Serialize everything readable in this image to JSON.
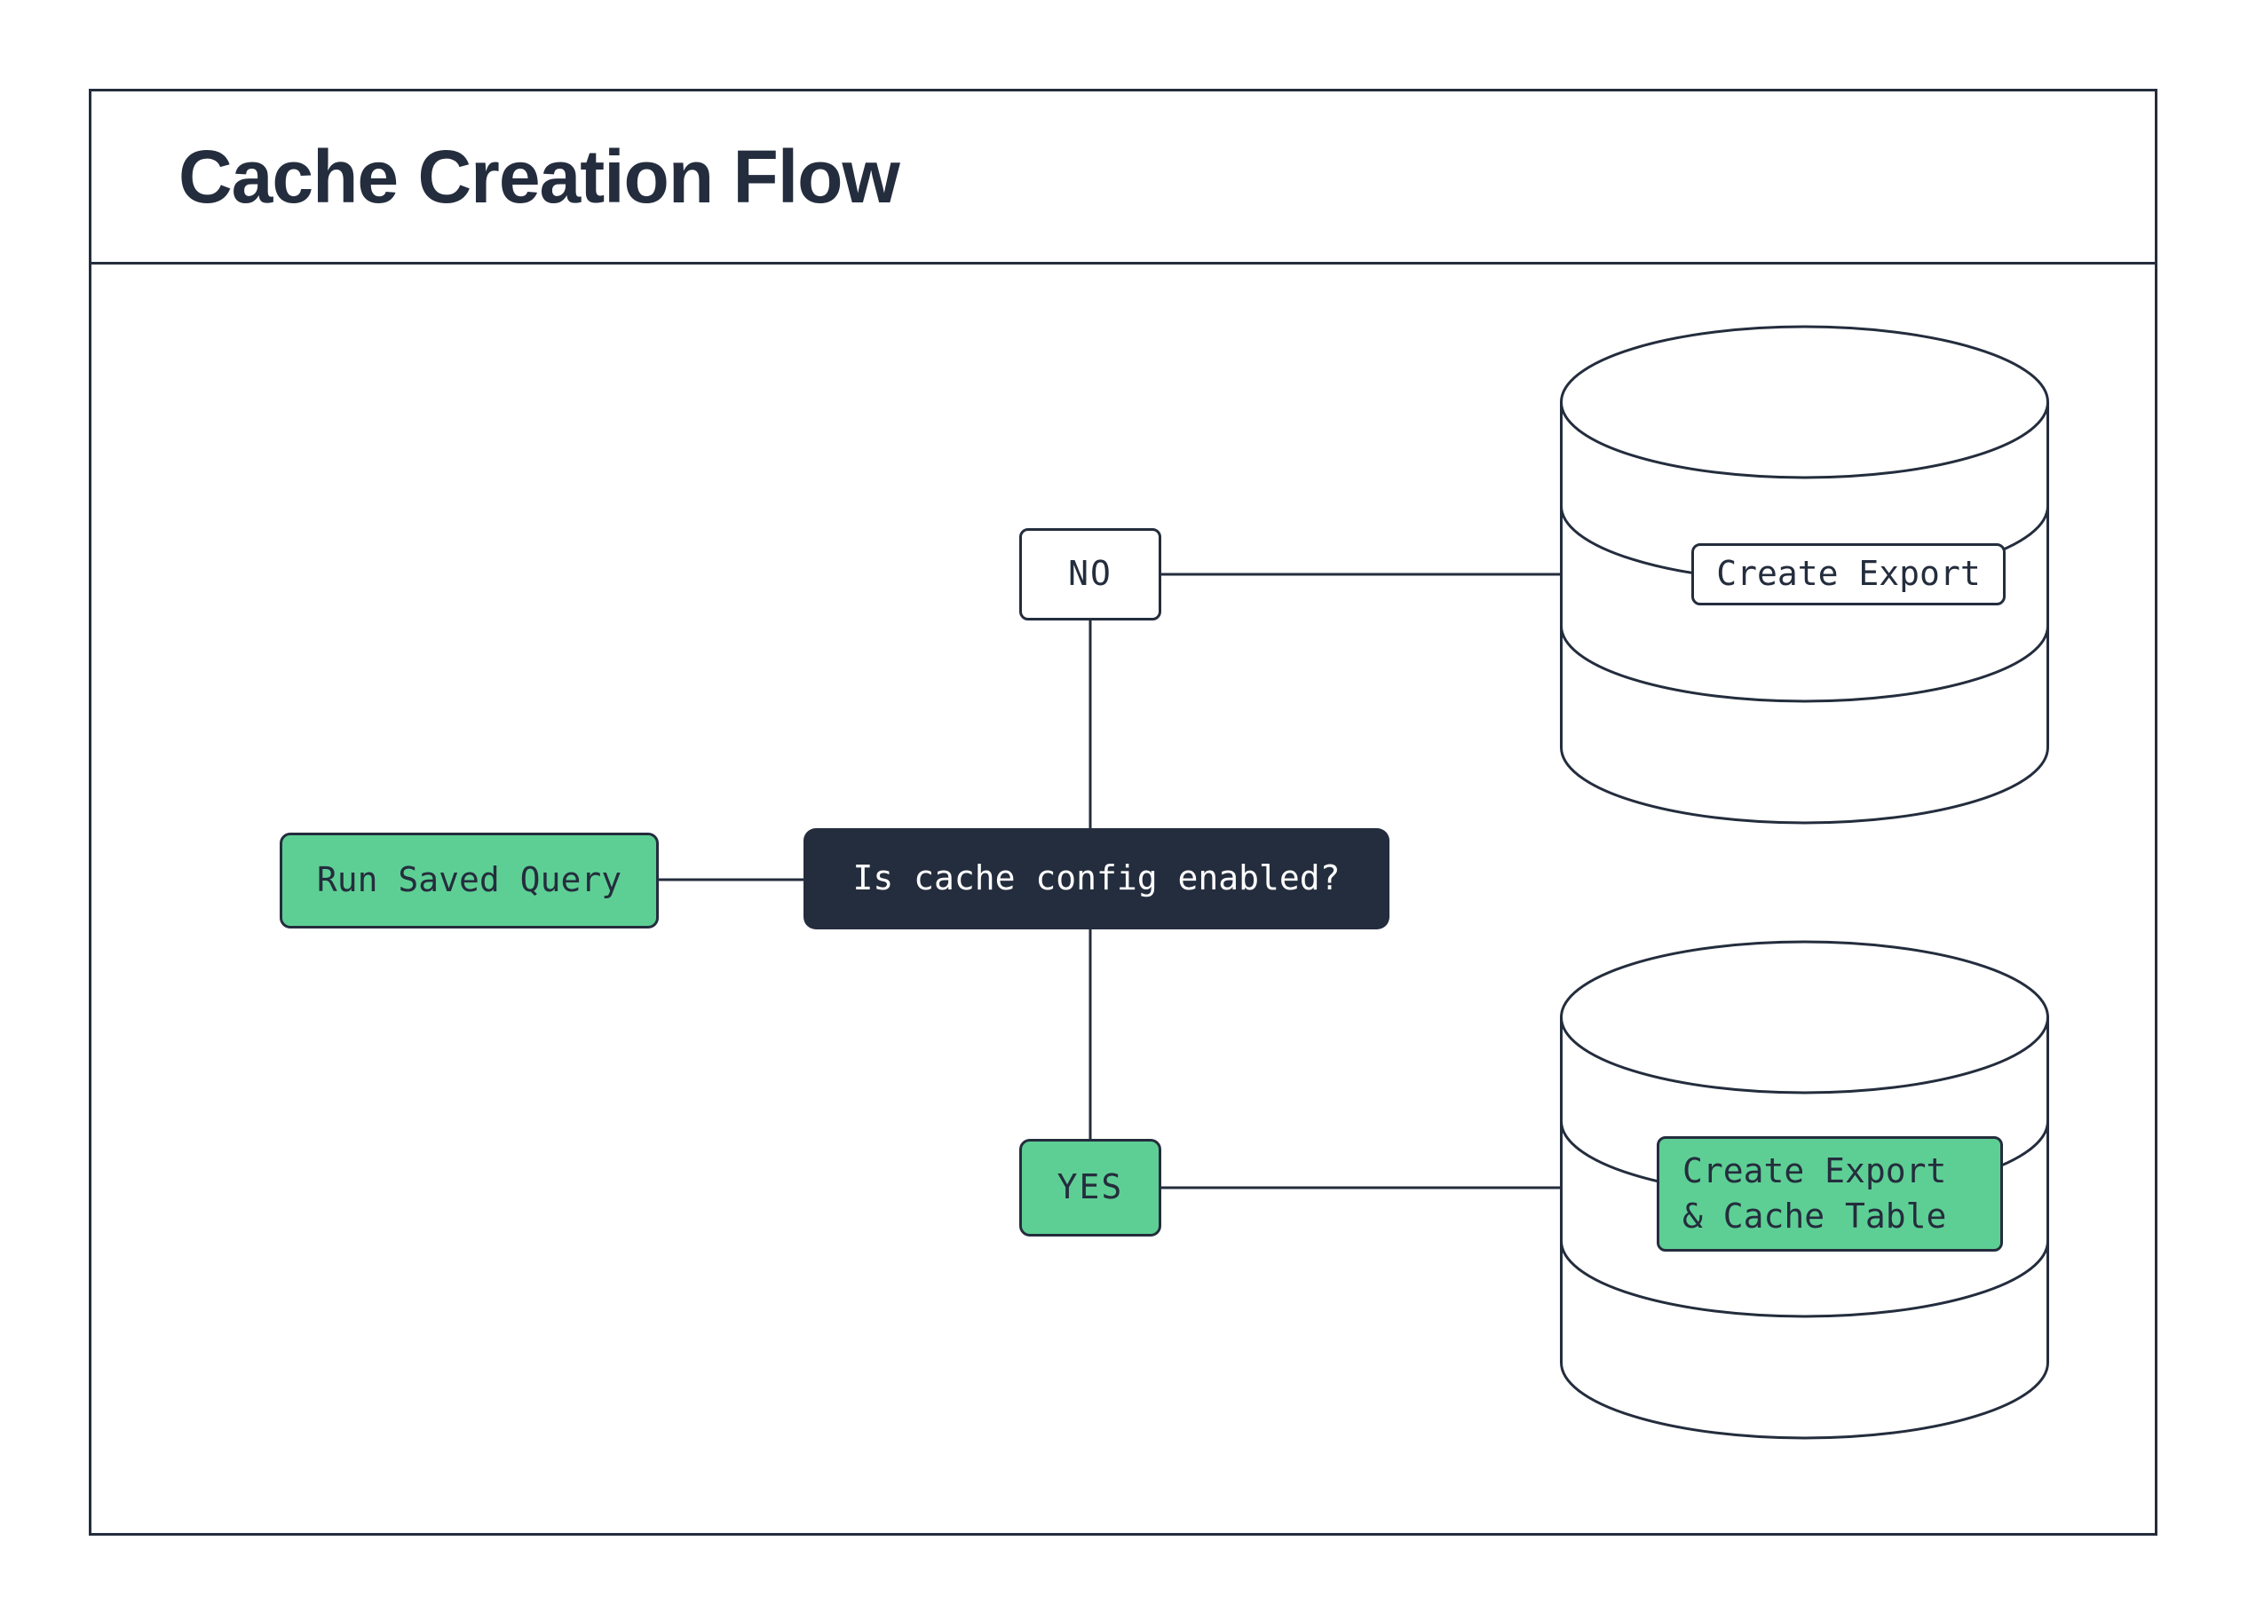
{
  "title": "Cache Creation Flow",
  "colors": {
    "ink": "#242d3d",
    "green": "#5ecf94",
    "paper": "#ffffff"
  },
  "nodes": {
    "start": {
      "label": "Run Saved Query"
    },
    "decision": {
      "label": "Is cache config enabled?"
    },
    "branch_no": {
      "label": "NO"
    },
    "branch_yes": {
      "label": "YES"
    },
    "outcome_no": {
      "label": "Create Export"
    },
    "outcome_yes": {
      "label": "Create Export\n& Cache Table"
    }
  }
}
